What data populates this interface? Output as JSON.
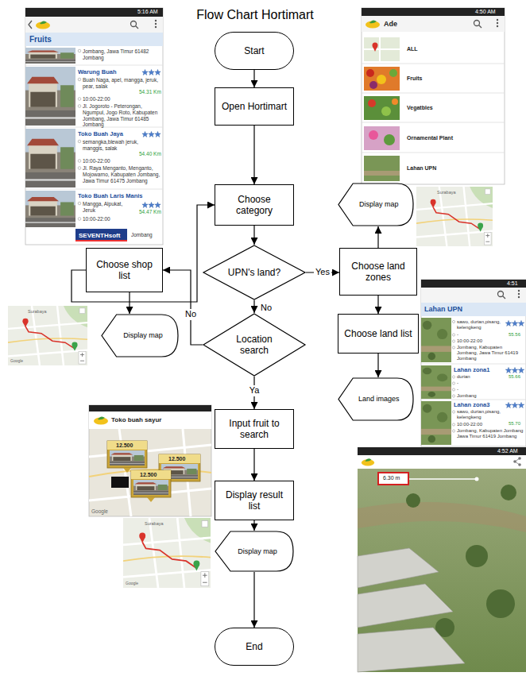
{
  "diagram": {
    "title": "Flow Chart Hortimart",
    "nodes": [
      {
        "text": [
          "Start"
        ]
      },
      {
        "text": [
          "Open Hortimart"
        ]
      },
      {
        "text": [
          "Choose category"
        ]
      },
      {
        "text": [
          "Display map"
        ]
      },
      {
        "text": [
          "Choose shop list"
        ]
      },
      {
        "text": [
          "UPN's land?"
        ]
      },
      {
        "text": [
          "Choose land zones"
        ]
      },
      {
        "text": [
          "Display map"
        ]
      },
      {
        "text": [
          "Choose land list"
        ]
      },
      {
        "text": [
          "Location search"
        ]
      },
      {
        "text": [
          "Land images"
        ]
      },
      {
        "text": [
          "Input fruit to search"
        ]
      },
      {
        "text": [
          "Display result list"
        ]
      },
      {
        "text": [
          "Display map"
        ]
      },
      {
        "text": [
          "End"
        ]
      }
    ],
    "edges": [
      {
        "from": 0,
        "to": 1,
        "arrow": "to"
      },
      {
        "from": 1,
        "to": 2,
        "arrow": "to"
      },
      {
        "from": 2,
        "to": 5,
        "arrow": "to"
      },
      {
        "from": 5,
        "to": 6,
        "label": "Yes",
        "arrow": "to"
      },
      {
        "from": 5,
        "to": 9,
        "label": "No",
        "arrow": "to"
      },
      {
        "from": 9,
        "to": 4,
        "label": "No",
        "arrow": "to"
      },
      {
        "from": 4,
        "to": 7,
        "arrow": "to"
      },
      {
        "from": 4,
        "to": 2,
        "arrow": "to"
      },
      {
        "from": 9,
        "to": 11,
        "label": "Ya",
        "arrow": "to"
      },
      {
        "from": 11,
        "to": 12,
        "arrow": "to"
      },
      {
        "from": 12,
        "to": 13,
        "arrow": "to"
      },
      {
        "from": 13,
        "to": 14,
        "arrow": "to"
      },
      {
        "from": 6,
        "to": 3,
        "arrow": "to"
      },
      {
        "from": 6,
        "to": 8,
        "arrow": "to"
      },
      {
        "from": 8,
        "to": 10,
        "arrow": "to"
      }
    ],
    "labels": [
      "5:16 AM",
      "Fruits",
      "Jombang, Jawa Timur 61482 Jombang",
      "Warung Buah",
      "Buah Naga, apel, mangga, jeruk, pear, salak",
      "54.31 Km",
      "10:00-22:00",
      "Jl. Jogoroto - Peterongan, Ngumpul, Jogo Roto, Kabupaten Jombang, Jawa Timur 61485 Jombang",
      "Toko Buah Jaya",
      "semangka,blewah jeruk, manggis, salak",
      "54.40 Km",
      "10:00-22:00",
      "Jl. Raya Menganto, Menganto, Mojowarno, Kabupaten Jombang, Jawa Timur 61475 Jombang",
      "Toko Buah Laris Manis",
      "Mangga, Alpukat, Jeruk",
      "54.47 Km",
      "10:00-22:00",
      "SEVENTHsoft",
      "Jombang",
      "4:50 AM",
      "Ade",
      "ALL",
      "Fruits",
      "Vegatbles",
      "Ornamental Plant",
      "Lahan UPN",
      "4:51",
      "Lahan UPN",
      "sawo, durian,pisang, kelengkeng",
      "55.56",
      "-",
      "10:00-22:00",
      "Jombang, Kabupaten Jombang, Jawa Timur 61419 Jombang",
      "Lahan zona1",
      "durian",
      "55.66",
      "-",
      "-",
      "Jombang",
      "Lahan zona3",
      "sawo, durian,pisang, kelengkeng",
      "55.70",
      "10:00-22:00",
      "Jombang, Kabupaten Jombang Jawa Timur 61419 Jombang",
      "4:52 AM",
      "6.30 m",
      "Toko buah sayur",
      "12.500",
      "12.500",
      "12.500",
      "Google",
      "Surabaya",
      "Google",
      "Surabaya",
      "Surabaya",
      "Google"
    ]
  }
}
